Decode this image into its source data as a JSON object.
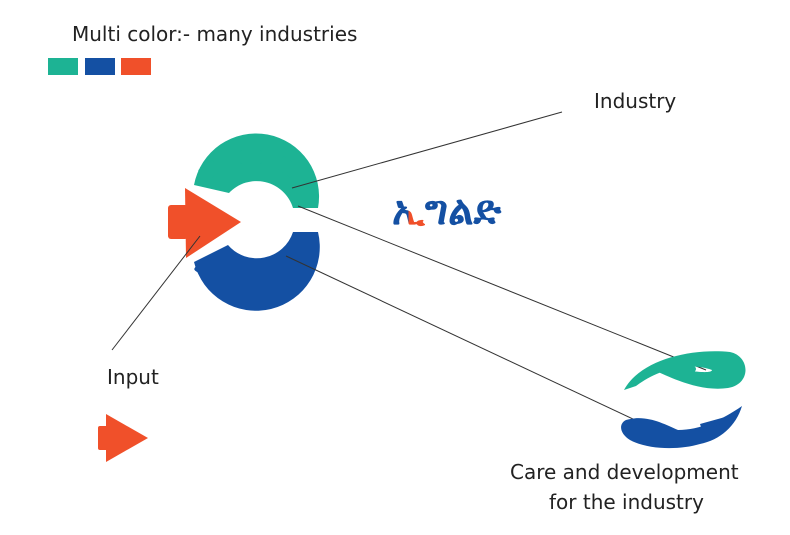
{
  "legend": {
    "title": "Multi color:- many industries",
    "swatches": [
      {
        "name": "teal",
        "color": "#1DB394"
      },
      {
        "name": "blue",
        "color": "#1450A3"
      },
      {
        "name": "orange",
        "color": "#F0502A"
      }
    ]
  },
  "brand": {
    "first_char": "ኢ",
    "rest": "ግልድ",
    "accent_color": "#F0502A",
    "main_color": "#1450A3"
  },
  "labels": {
    "industry": "Industry",
    "input": "Input",
    "care_line1": "Care and development",
    "care_line2": "for the industry"
  },
  "colors": {
    "teal": "#1DB394",
    "blue": "#1450A3",
    "orange": "#F0502A",
    "line": "#333333"
  }
}
